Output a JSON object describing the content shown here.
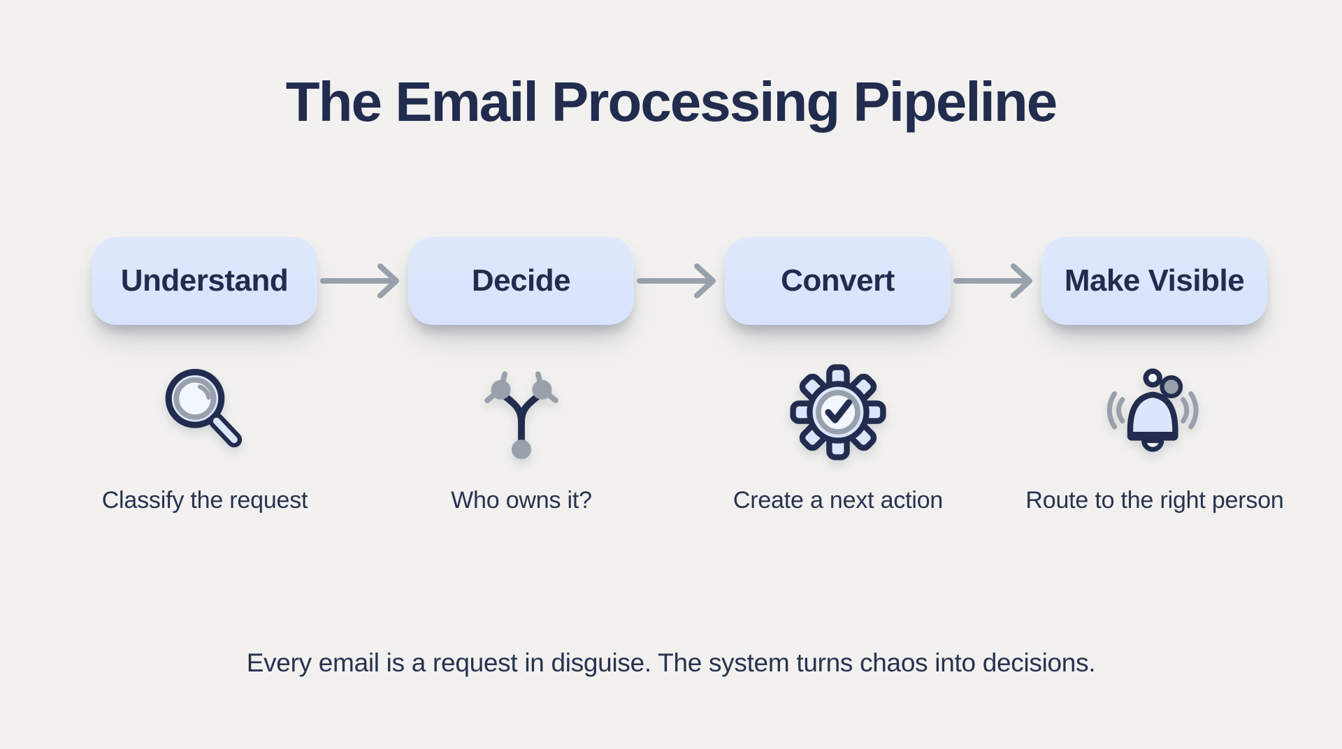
{
  "title": "The Email Processing Pipeline",
  "footer": "Every email is a request in disguise. The system turns chaos into decisions.",
  "stages": [
    {
      "label": "Understand",
      "caption": "Classify the request",
      "icon": "magnifier-icon"
    },
    {
      "label": "Decide",
      "caption": "Who owns it?",
      "icon": "branch-icon"
    },
    {
      "label": "Convert",
      "caption": "Create a next action",
      "icon": "gear-check-icon"
    },
    {
      "label": "Make Visible",
      "caption": "Route to the right person",
      "icon": "bell-icon"
    }
  ],
  "theme": {
    "bg": "#f2f1ef",
    "pill": "#d7e3fc",
    "pill-top": "#dfe9fd",
    "navy": "#212c4e",
    "text": "#27324f",
    "gray": "#98a0ac",
    "icon-light": "#dbe6fc",
    "icon-lighter": "#f2f6fe"
  }
}
